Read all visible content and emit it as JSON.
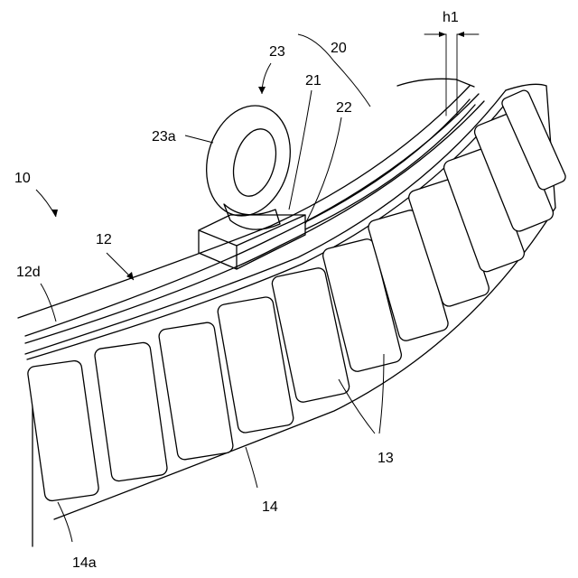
{
  "labels": {
    "assembly": "10",
    "ring": "12",
    "ring_face": "12d",
    "rollers": "13",
    "cage": "14",
    "pocket": "14a",
    "fixture": "20",
    "fixture_part_21": "21",
    "fixture_part_22": "22",
    "eyebolt": "23",
    "eyebolt_ring": "23a",
    "gap": "h1"
  }
}
